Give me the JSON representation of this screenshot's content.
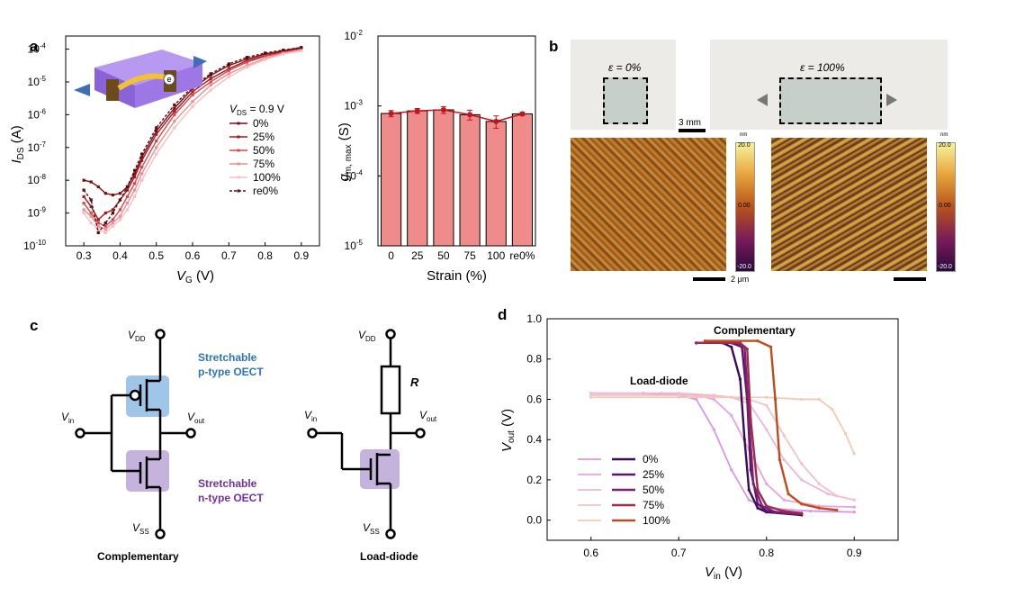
{
  "panels": {
    "a": "a",
    "b": "b",
    "c": "c",
    "d": "d"
  },
  "panel_a": {
    "ylabel_main": "I",
    "ylabel_sub": "DS",
    "ylabel_unit": " (A)",
    "xlabel_main": "V",
    "xlabel_sub": "G",
    "xlabel_unit": " (V)",
    "legend_title_main": "V",
    "legend_title_sub": "DS",
    "legend_title_value": " = 0.9 V",
    "inset_label": "e"
  },
  "panel_a2": {
    "ylabel_main": "g",
    "ylabel_sub": "m, max",
    "ylabel_unit": " (S)",
    "xlabel": "Strain (%)"
  },
  "panel_b": {
    "photo1_label": "ε = 0%",
    "photo2_label": "ε = 100%",
    "scalebar_photo": "3 mm",
    "scalebar_afm": "2 μm",
    "colorbar_unit": "nm",
    "colorbar_ticks": [
      "20.0",
      "0.00",
      "-20.0"
    ]
  },
  "panel_c": {
    "vdd_main": "V",
    "vdd_sub": "DD",
    "vss_main": "V",
    "vss_sub": "SS",
    "vin_main": "V",
    "vin_sub": "in",
    "vout_main": "V",
    "vout_sub": "out",
    "resistor": "R",
    "ptype_line1": "Stretchable",
    "ptype_line2": "p-type OECT",
    "ntype_line1": "Stretchable",
    "ntype_line2": "n-type OECT",
    "caption_left": "Complementary",
    "caption_right": "Load-diode",
    "color_p": "#6fa8dc",
    "color_n": "#b4a0d0",
    "color_p_text": "#2e75b6",
    "color_n_text": "#7030a0"
  },
  "panel_d": {
    "label_complementary": "Complementary",
    "label_loaddiode": "Load-diode"
  },
  "chart_data": [
    {
      "id": "transfer",
      "type": "line",
      "title": "",
      "xlabel": "V_G (V)",
      "ylabel": "I_DS (A)",
      "xlim": [
        0.25,
        0.95
      ],
      "ylim_log10": [
        -10,
        -3.6
      ],
      "yscale": "log",
      "xticks": [
        "0.3",
        "0.4",
        "0.5",
        "0.6",
        "0.7",
        "0.8",
        "0.9"
      ],
      "yticks": [
        "10-10",
        "10-9",
        "10-8",
        "10-7",
        "10-6",
        "10-5",
        "10-4"
      ],
      "legend": "right-middle",
      "series": [
        {
          "name": "0%",
          "color": "#7b0b10",
          "marker": "square",
          "points": [
            [
              0.3,
              -8.0
            ],
            [
              0.32,
              -8.05
            ],
            [
              0.34,
              -8.2
            ],
            [
              0.36,
              -8.4
            ],
            [
              0.38,
              -8.45
            ],
            [
              0.4,
              -8.4
            ],
            [
              0.42,
              -8.2
            ],
            [
              0.44,
              -7.8
            ],
            [
              0.46,
              -7.3
            ],
            [
              0.5,
              -6.5
            ],
            [
              0.55,
              -5.8
            ],
            [
              0.6,
              -5.2
            ],
            [
              0.65,
              -4.8
            ],
            [
              0.7,
              -4.5
            ],
            [
              0.75,
              -4.3
            ],
            [
              0.8,
              -4.15
            ],
            [
              0.85,
              -4.05
            ],
            [
              0.9,
              -3.95
            ]
          ]
        },
        {
          "name": "25%",
          "color": "#a3161a",
          "marker": "triangle",
          "points": [
            [
              0.3,
              -8.5
            ],
            [
              0.32,
              -8.8
            ],
            [
              0.34,
              -9.2
            ],
            [
              0.36,
              -9.0
            ],
            [
              0.38,
              -8.9
            ],
            [
              0.4,
              -8.6
            ],
            [
              0.42,
              -8.3
            ],
            [
              0.44,
              -7.9
            ],
            [
              0.46,
              -7.4
            ],
            [
              0.5,
              -6.6
            ],
            [
              0.55,
              -5.9
            ],
            [
              0.6,
              -5.3
            ],
            [
              0.65,
              -4.9
            ],
            [
              0.7,
              -4.6
            ],
            [
              0.75,
              -4.35
            ],
            [
              0.8,
              -4.2
            ],
            [
              0.85,
              -4.08
            ],
            [
              0.9,
              -3.97
            ]
          ]
        },
        {
          "name": "50%",
          "color": "#d8464c",
          "marker": "circle",
          "points": [
            [
              0.3,
              -8.7
            ],
            [
              0.32,
              -9.0
            ],
            [
              0.34,
              -9.3
            ],
            [
              0.36,
              -9.4
            ],
            [
              0.38,
              -9.2
            ],
            [
              0.4,
              -8.9
            ],
            [
              0.42,
              -8.5
            ],
            [
              0.44,
              -8.1
            ],
            [
              0.46,
              -7.6
            ],
            [
              0.5,
              -6.8
            ],
            [
              0.55,
              -6.0
            ],
            [
              0.6,
              -5.4
            ],
            [
              0.65,
              -5.0
            ],
            [
              0.7,
              -4.65
            ],
            [
              0.75,
              -4.4
            ],
            [
              0.8,
              -4.22
            ],
            [
              0.85,
              -4.1
            ],
            [
              0.9,
              -4.0
            ]
          ]
        },
        {
          "name": "75%",
          "color": "#ec8d90",
          "marker": "diamond",
          "points": [
            [
              0.3,
              -8.9
            ],
            [
              0.32,
              -9.1
            ],
            [
              0.34,
              -9.4
            ],
            [
              0.36,
              -9.5
            ],
            [
              0.38,
              -9.3
            ],
            [
              0.4,
              -9.1
            ],
            [
              0.42,
              -8.7
            ],
            [
              0.44,
              -8.3
            ],
            [
              0.46,
              -7.8
            ],
            [
              0.5,
              -7.0
            ],
            [
              0.55,
              -6.2
            ],
            [
              0.6,
              -5.6
            ],
            [
              0.65,
              -5.1
            ],
            [
              0.7,
              -4.75
            ],
            [
              0.75,
              -4.5
            ],
            [
              0.8,
              -4.28
            ],
            [
              0.85,
              -4.12
            ],
            [
              0.9,
              -4.02
            ]
          ]
        },
        {
          "name": "100%",
          "color": "#f6bfc1",
          "marker": "square",
          "points": [
            [
              0.3,
              -9.0
            ],
            [
              0.32,
              -9.3
            ],
            [
              0.34,
              -9.5
            ],
            [
              0.36,
              -9.6
            ],
            [
              0.38,
              -9.4
            ],
            [
              0.4,
              -9.2
            ],
            [
              0.42,
              -8.9
            ],
            [
              0.44,
              -8.5
            ],
            [
              0.46,
              -8.0
            ],
            [
              0.5,
              -7.2
            ],
            [
              0.55,
              -6.4
            ],
            [
              0.6,
              -5.75
            ],
            [
              0.65,
              -5.25
            ],
            [
              0.7,
              -4.85
            ],
            [
              0.75,
              -4.55
            ],
            [
              0.8,
              -4.32
            ],
            [
              0.85,
              -4.15
            ],
            [
              0.9,
              -4.05
            ]
          ]
        },
        {
          "name": "re0%",
          "color": "#5a0a0e",
          "marker": "dot",
          "dashed": true,
          "points": [
            [
              0.3,
              -8.3
            ],
            [
              0.32,
              -8.6
            ],
            [
              0.34,
              -9.6
            ],
            [
              0.36,
              -9.3
            ],
            [
              0.38,
              -9.0
            ],
            [
              0.4,
              -8.6
            ],
            [
              0.42,
              -8.2
            ],
            [
              0.44,
              -7.7
            ],
            [
              0.46,
              -7.2
            ],
            [
              0.5,
              -6.4
            ],
            [
              0.55,
              -5.7
            ],
            [
              0.6,
              -5.15
            ],
            [
              0.65,
              -4.75
            ],
            [
              0.7,
              -4.45
            ],
            [
              0.75,
              -4.25
            ],
            [
              0.8,
              -4.12
            ],
            [
              0.85,
              -4.03
            ],
            [
              0.9,
              -3.95
            ]
          ]
        }
      ]
    },
    {
      "id": "gm",
      "type": "bar",
      "title": "",
      "xlabel": "Strain (%)",
      "ylabel": "g_m, max (S)",
      "yscale": "log",
      "ylim_log10": [
        -5,
        -2
      ],
      "yticks": [
        "10-5",
        "10-4",
        "10-3",
        "10-2"
      ],
      "categories": [
        "0",
        "25",
        "50",
        "75",
        "100",
        "re0%"
      ],
      "values": [
        0.00078,
        0.00085,
        0.00088,
        0.00075,
        0.0006,
        0.00077
      ],
      "errors": [
        8e-05,
        7e-05,
        0.0001,
        0.00012,
        0.00012,
        4e-05
      ],
      "bar_color": "#f08b8b",
      "line_color": "#c0151b"
    },
    {
      "id": "vtc",
      "type": "line",
      "title": "",
      "xlabel": "V_in (V)",
      "ylabel": "V_out (V)",
      "xlim": [
        0.55,
        0.95
      ],
      "ylim": [
        -0.1,
        1.0
      ],
      "xticks": [
        "0.6",
        "0.7",
        "0.8",
        "0.9"
      ],
      "yticks": [
        "0.0",
        "0.2",
        "0.4",
        "0.6",
        "0.8",
        "1.0"
      ],
      "legend": "bottom-left",
      "legend_labels": [
        "0%",
        "25%",
        "50%",
        "75%",
        "100%"
      ],
      "complementary_colors": [
        "#3b0b5a",
        "#5b1470",
        "#7a1f72",
        "#a3294a",
        "#c14a1c"
      ],
      "loaddiode_colors": [
        "#d896e8",
        "#e8a3dc",
        "#eab8d8",
        "#f0c2c8",
        "#f3c9b8"
      ],
      "complementary": [
        {
          "name": "0%",
          "points": [
            [
              0.72,
              0.88
            ],
            [
              0.75,
              0.88
            ],
            [
              0.76,
              0.86
            ],
            [
              0.77,
              0.7
            ],
            [
              0.775,
              0.4
            ],
            [
              0.78,
              0.15
            ],
            [
              0.79,
              0.06
            ],
            [
              0.8,
              0.04
            ],
            [
              0.84,
              0.025
            ]
          ]
        },
        {
          "name": "25%",
          "points": [
            [
              0.72,
              0.88
            ],
            [
              0.76,
              0.88
            ],
            [
              0.772,
              0.86
            ],
            [
              0.778,
              0.6
            ],
            [
              0.782,
              0.25
            ],
            [
              0.79,
              0.08
            ],
            [
              0.8,
              0.045
            ],
            [
              0.84,
              0.03
            ]
          ]
        },
        {
          "name": "50%",
          "points": [
            [
              0.72,
              0.88
            ],
            [
              0.765,
              0.88
            ],
            [
              0.775,
              0.86
            ],
            [
              0.78,
              0.5
            ],
            [
              0.785,
              0.18
            ],
            [
              0.795,
              0.07
            ],
            [
              0.81,
              0.04
            ],
            [
              0.84,
              0.03
            ]
          ]
        },
        {
          "name": "75%",
          "points": [
            [
              0.72,
              0.88
            ],
            [
              0.77,
              0.88
            ],
            [
              0.778,
              0.85
            ],
            [
              0.782,
              0.5
            ],
            [
              0.79,
              0.15
            ],
            [
              0.8,
              0.07
            ],
            [
              0.82,
              0.045
            ],
            [
              0.84,
              0.035
            ]
          ]
        },
        {
          "name": "100%",
          "points": [
            [
              0.73,
              0.89
            ],
            [
              0.79,
              0.89
            ],
            [
              0.805,
              0.86
            ],
            [
              0.81,
              0.6
            ],
            [
              0.815,
              0.3
            ],
            [
              0.825,
              0.13
            ],
            [
              0.84,
              0.08
            ],
            [
              0.86,
              0.06
            ],
            [
              0.88,
              0.05
            ]
          ]
        }
      ],
      "loaddiode": [
        {
          "name": "0%",
          "points": [
            [
              0.6,
              0.63
            ],
            [
              0.66,
              0.63
            ],
            [
              0.7,
              0.62
            ],
            [
              0.72,
              0.6
            ],
            [
              0.74,
              0.45
            ],
            [
              0.76,
              0.25
            ],
            [
              0.78,
              0.1
            ],
            [
              0.8,
              0.06
            ],
            [
              0.85,
              0.045
            ],
            [
              0.9,
              0.04
            ]
          ]
        },
        {
          "name": "25%",
          "points": [
            [
              0.6,
              0.63
            ],
            [
              0.68,
              0.63
            ],
            [
              0.72,
              0.62
            ],
            [
              0.74,
              0.6
            ],
            [
              0.76,
              0.52
            ],
            [
              0.78,
              0.35
            ],
            [
              0.8,
              0.18
            ],
            [
              0.82,
              0.1
            ],
            [
              0.86,
              0.07
            ],
            [
              0.9,
              0.065
            ]
          ]
        },
        {
          "name": "50%",
          "points": [
            [
              0.6,
              0.63
            ],
            [
              0.7,
              0.63
            ],
            [
              0.74,
              0.62
            ],
            [
              0.76,
              0.61
            ],
            [
              0.78,
              0.58
            ],
            [
              0.8,
              0.45
            ],
            [
              0.82,
              0.3
            ],
            [
              0.84,
              0.2
            ],
            [
              0.87,
              0.13
            ],
            [
              0.9,
              0.1
            ]
          ]
        },
        {
          "name": "75%",
          "points": [
            [
              0.6,
              0.62
            ],
            [
              0.7,
              0.62
            ],
            [
              0.76,
              0.61
            ],
            [
              0.78,
              0.6
            ],
            [
              0.8,
              0.57
            ],
            [
              0.82,
              0.42
            ],
            [
              0.84,
              0.28
            ],
            [
              0.86,
              0.18
            ],
            [
              0.88,
              0.12
            ],
            [
              0.9,
              0.1
            ]
          ]
        },
        {
          "name": "100%",
          "points": [
            [
              0.6,
              0.61
            ],
            [
              0.7,
              0.61
            ],
            [
              0.8,
              0.61
            ],
            [
              0.84,
              0.6
            ],
            [
              0.86,
              0.6
            ],
            [
              0.875,
              0.55
            ],
            [
              0.89,
              0.43
            ],
            [
              0.9,
              0.33
            ]
          ]
        }
      ]
    }
  ]
}
